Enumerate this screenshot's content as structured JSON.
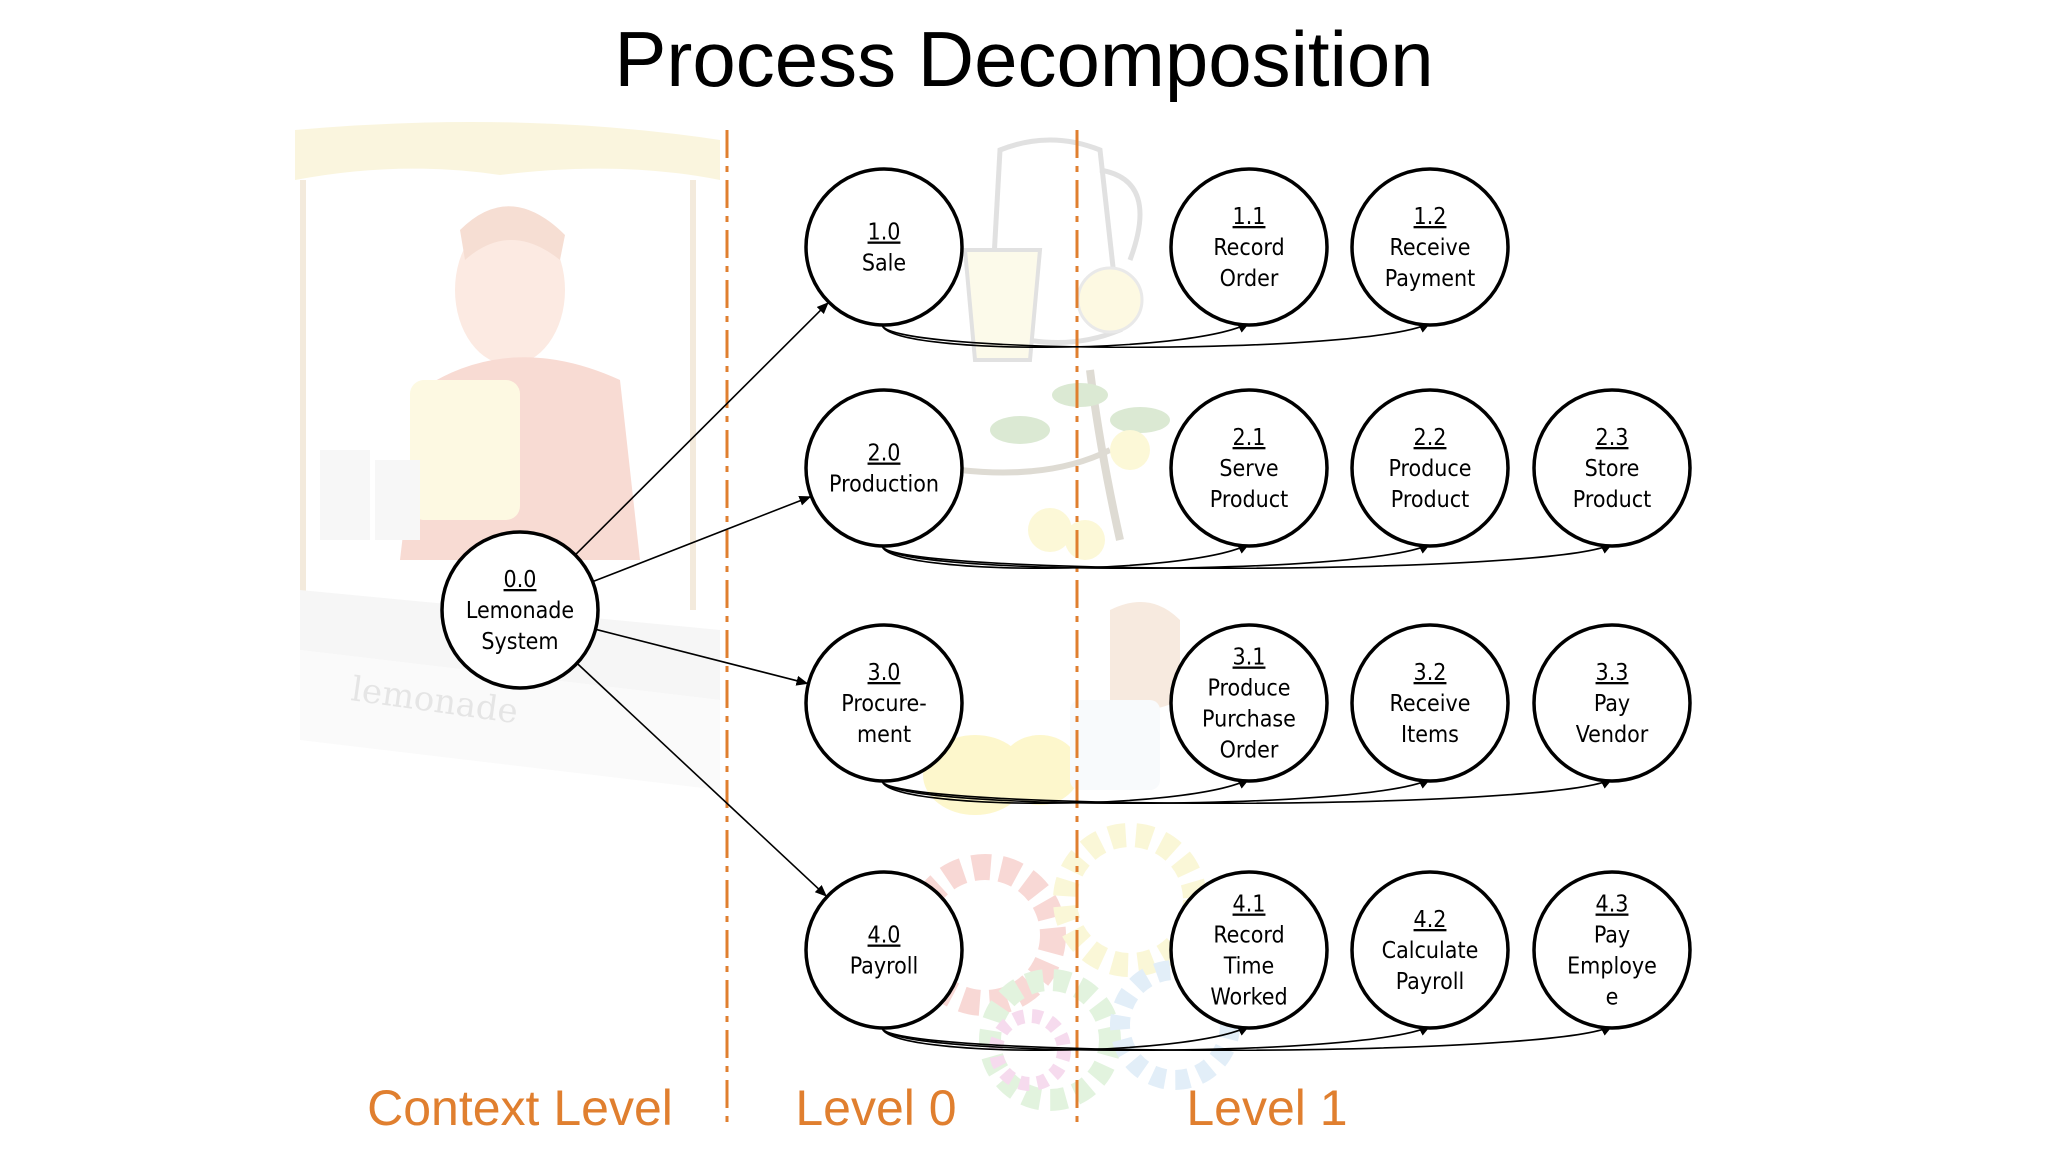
{
  "title": "Process Decomposition",
  "levels": [
    "Context Level",
    "Level 0",
    "Level 1"
  ],
  "colors": {
    "accent": "#E07F2F",
    "stroke": "#000000"
  },
  "context": {
    "id": "0.0",
    "lines": [
      "Lemonade",
      "System"
    ]
  },
  "level0": [
    {
      "id": "1.0",
      "lines": [
        "Sale"
      ]
    },
    {
      "id": "2.0",
      "lines": [
        "Production"
      ]
    },
    {
      "id": "3.0",
      "lines": [
        "Procure-",
        "ment"
      ]
    },
    {
      "id": "4.0",
      "lines": [
        "Payroll"
      ]
    }
  ],
  "level1": [
    [
      {
        "id": "1.1",
        "lines": [
          "Record",
          "Order"
        ]
      },
      {
        "id": "1.2",
        "lines": [
          "Receive",
          "Payment"
        ]
      }
    ],
    [
      {
        "id": "2.1",
        "lines": [
          "Serve",
          "Product"
        ]
      },
      {
        "id": "2.2",
        "lines": [
          "Produce",
          "Product"
        ]
      },
      {
        "id": "2.3",
        "lines": [
          "Store",
          "Product"
        ]
      }
    ],
    [
      {
        "id": "3.1",
        "lines": [
          "Produce",
          "Purchase",
          "Order"
        ]
      },
      {
        "id": "3.2",
        "lines": [
          "Receive",
          "Items"
        ]
      },
      {
        "id": "3.3",
        "lines": [
          "Pay",
          "Vendor"
        ]
      }
    ],
    [
      {
        "id": "4.1",
        "lines": [
          "Record",
          "Time",
          "Worked"
        ]
      },
      {
        "id": "4.2",
        "lines": [
          "Calculate",
          "Payroll"
        ]
      },
      {
        "id": "4.3",
        "lines": [
          "Pay",
          "Employe",
          "e"
        ]
      }
    ]
  ]
}
